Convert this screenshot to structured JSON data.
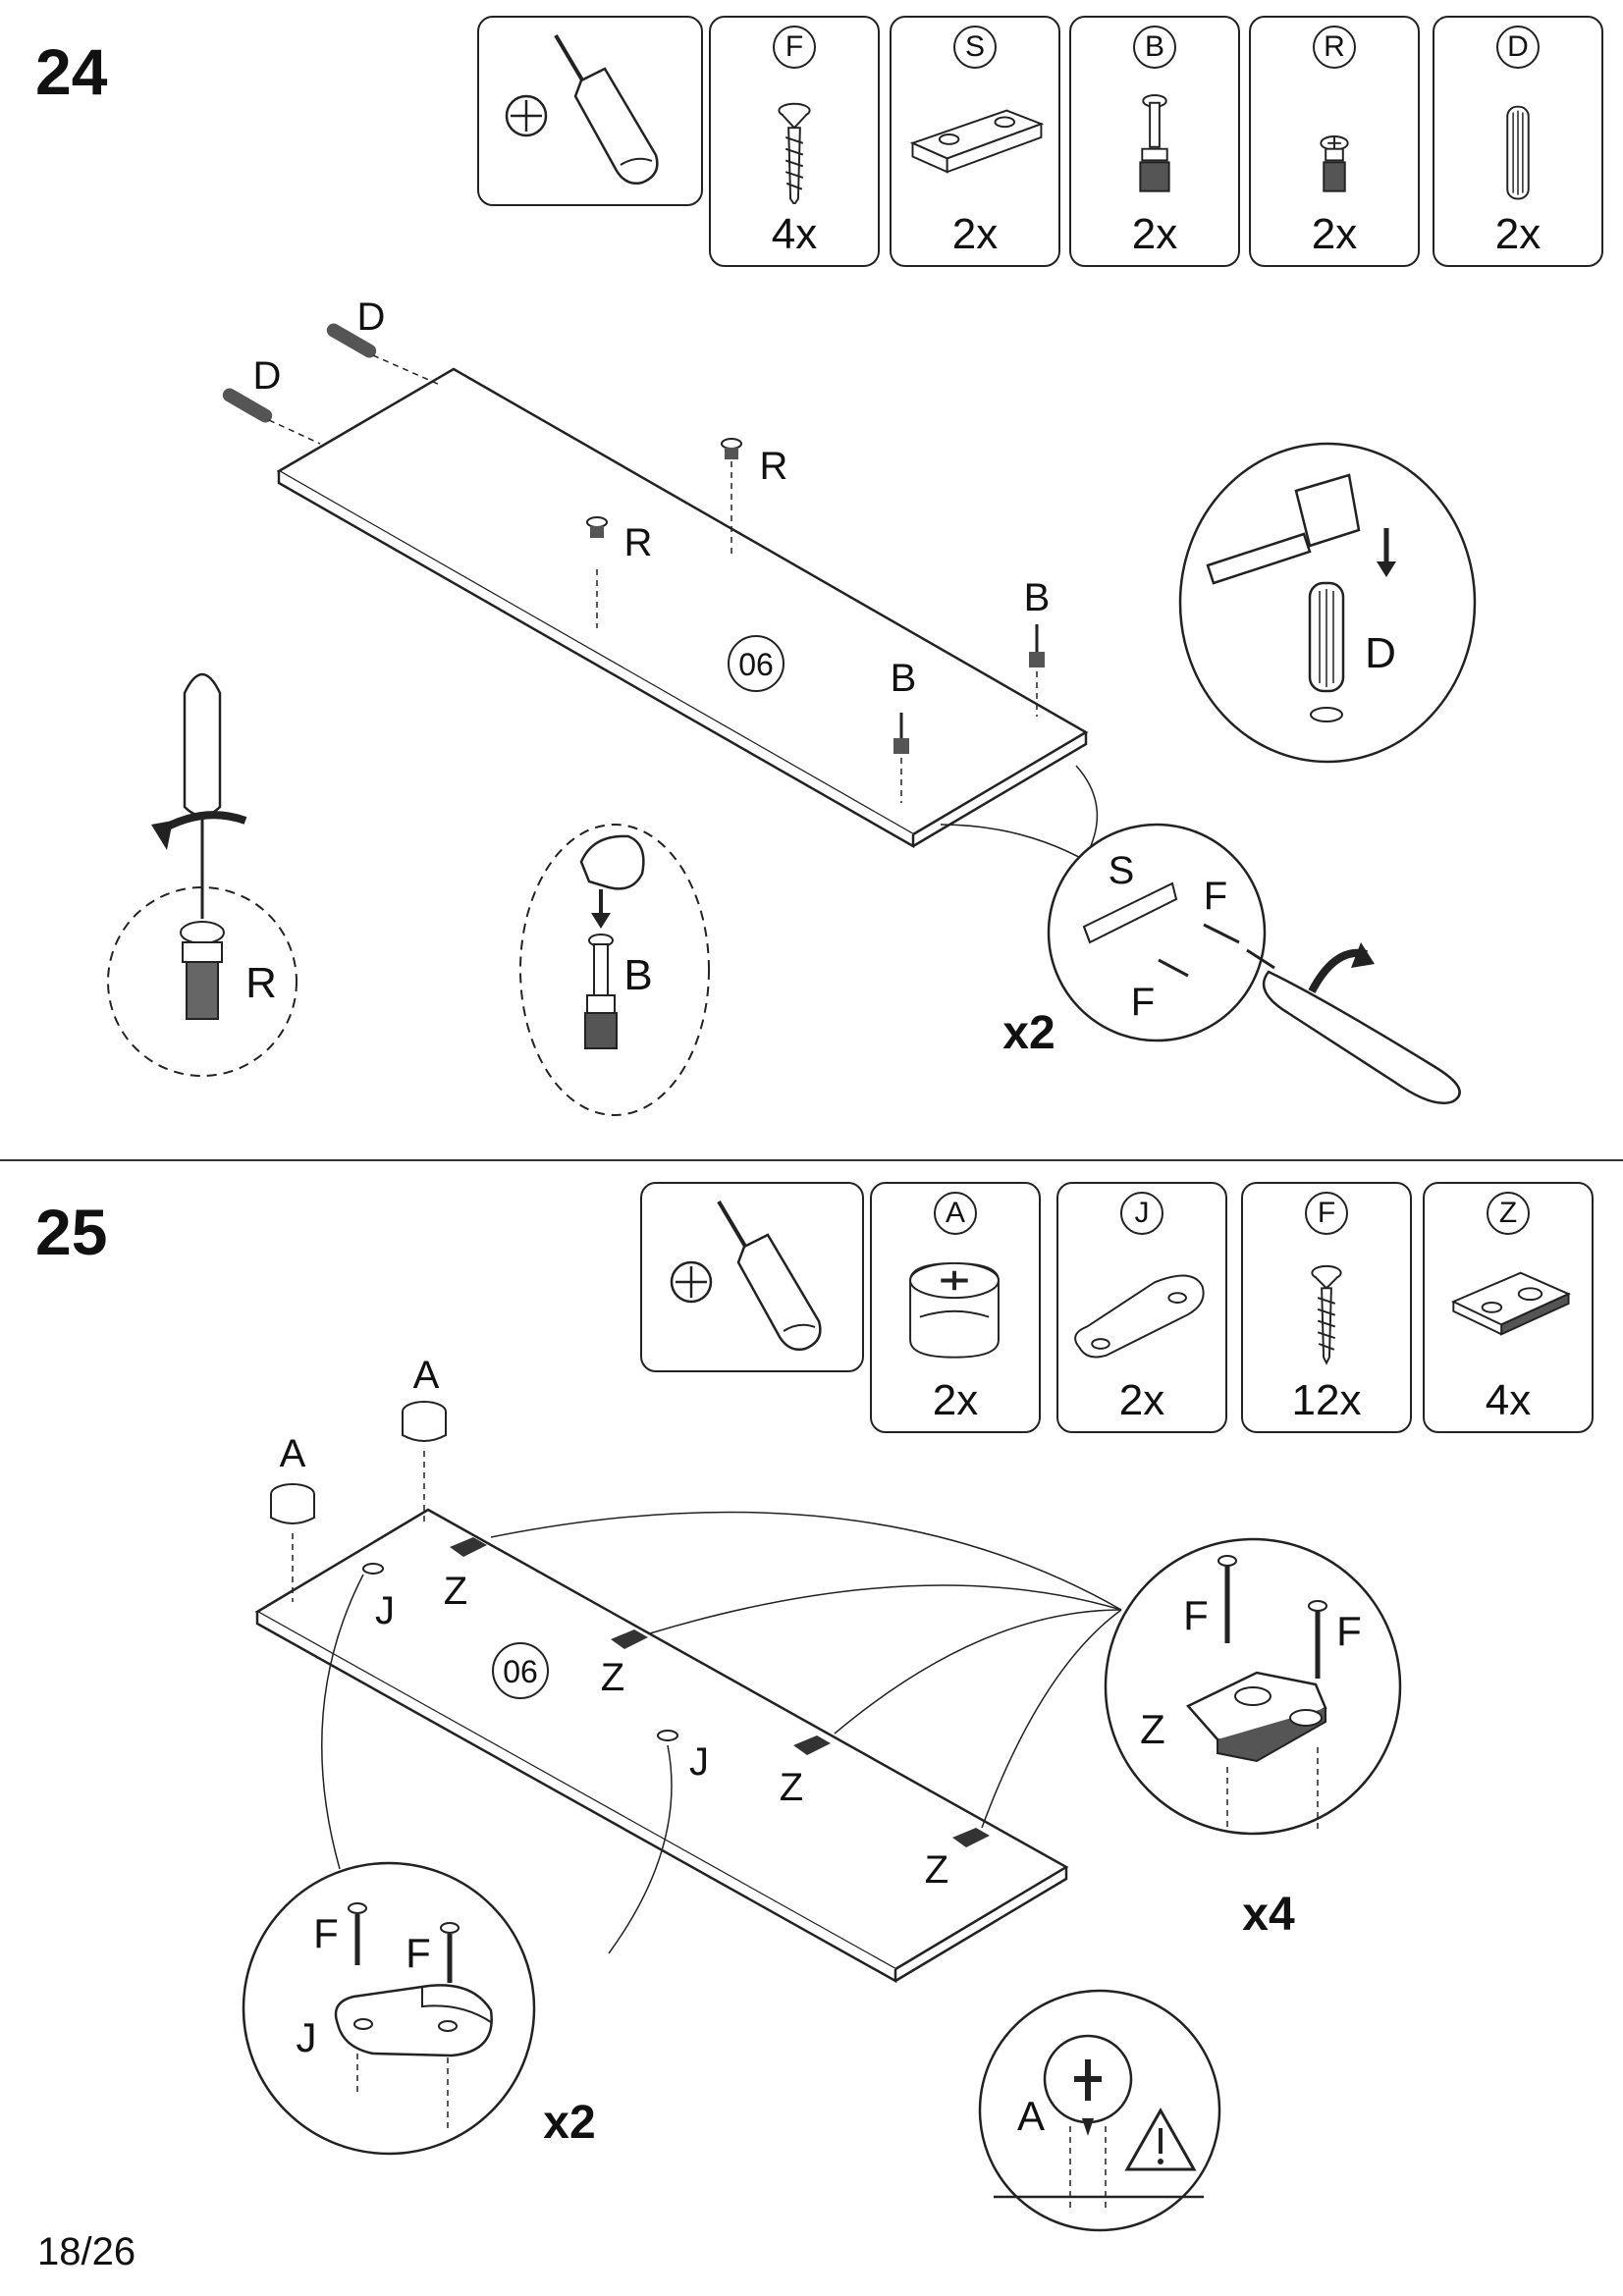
{
  "page_number": "18/26",
  "steps": [
    {
      "number": "24",
      "parts": [
        {
          "code": "F",
          "qty": "4x",
          "icon": "screw-icon"
        },
        {
          "code": "S",
          "qty": "2x",
          "icon": "plate-icon"
        },
        {
          "code": "B",
          "qty": "2x",
          "icon": "cam-bolt-icon"
        },
        {
          "code": "R",
          "qty": "2x",
          "icon": "dowel-screw-icon"
        },
        {
          "code": "D",
          "qty": "2x",
          "icon": "wood-dowel-icon"
        }
      ],
      "callouts": {
        "dowel_a": "D",
        "dowel_b": "D",
        "r_a": "R",
        "r_b": "R",
        "b_a": "B",
        "b_b": "B",
        "panel": "06",
        "hammer_label": "D",
        "screw_detail_label": "R",
        "cam_detail_label": "B",
        "plate_s": "S",
        "plate_f1": "F",
        "plate_f2": "F",
        "multiplier": "x2"
      }
    },
    {
      "number": "25",
      "parts": [
        {
          "code": "A",
          "qty": "2x",
          "icon": "cam-lock-icon"
        },
        {
          "code": "J",
          "qty": "2x",
          "icon": "bracket-icon"
        },
        {
          "code": "F",
          "qty": "12x",
          "icon": "screw-icon"
        },
        {
          "code": "Z",
          "qty": "4x",
          "icon": "hinge-plate-icon"
        }
      ],
      "callouts": {
        "a_a": "A",
        "a_b": "A",
        "j_a": "J",
        "j_b": "J",
        "z_a": "Z",
        "z_b": "Z",
        "z_c": "Z",
        "z_d": "Z",
        "panel": "06",
        "hinge_f1": "F",
        "hinge_f2": "F",
        "hinge_z": "Z",
        "hinge_multiplier": "x4",
        "bracket_f1": "F",
        "bracket_f2": "F",
        "bracket_j": "J",
        "bracket_multiplier": "x2",
        "cam_label": "A"
      }
    }
  ]
}
